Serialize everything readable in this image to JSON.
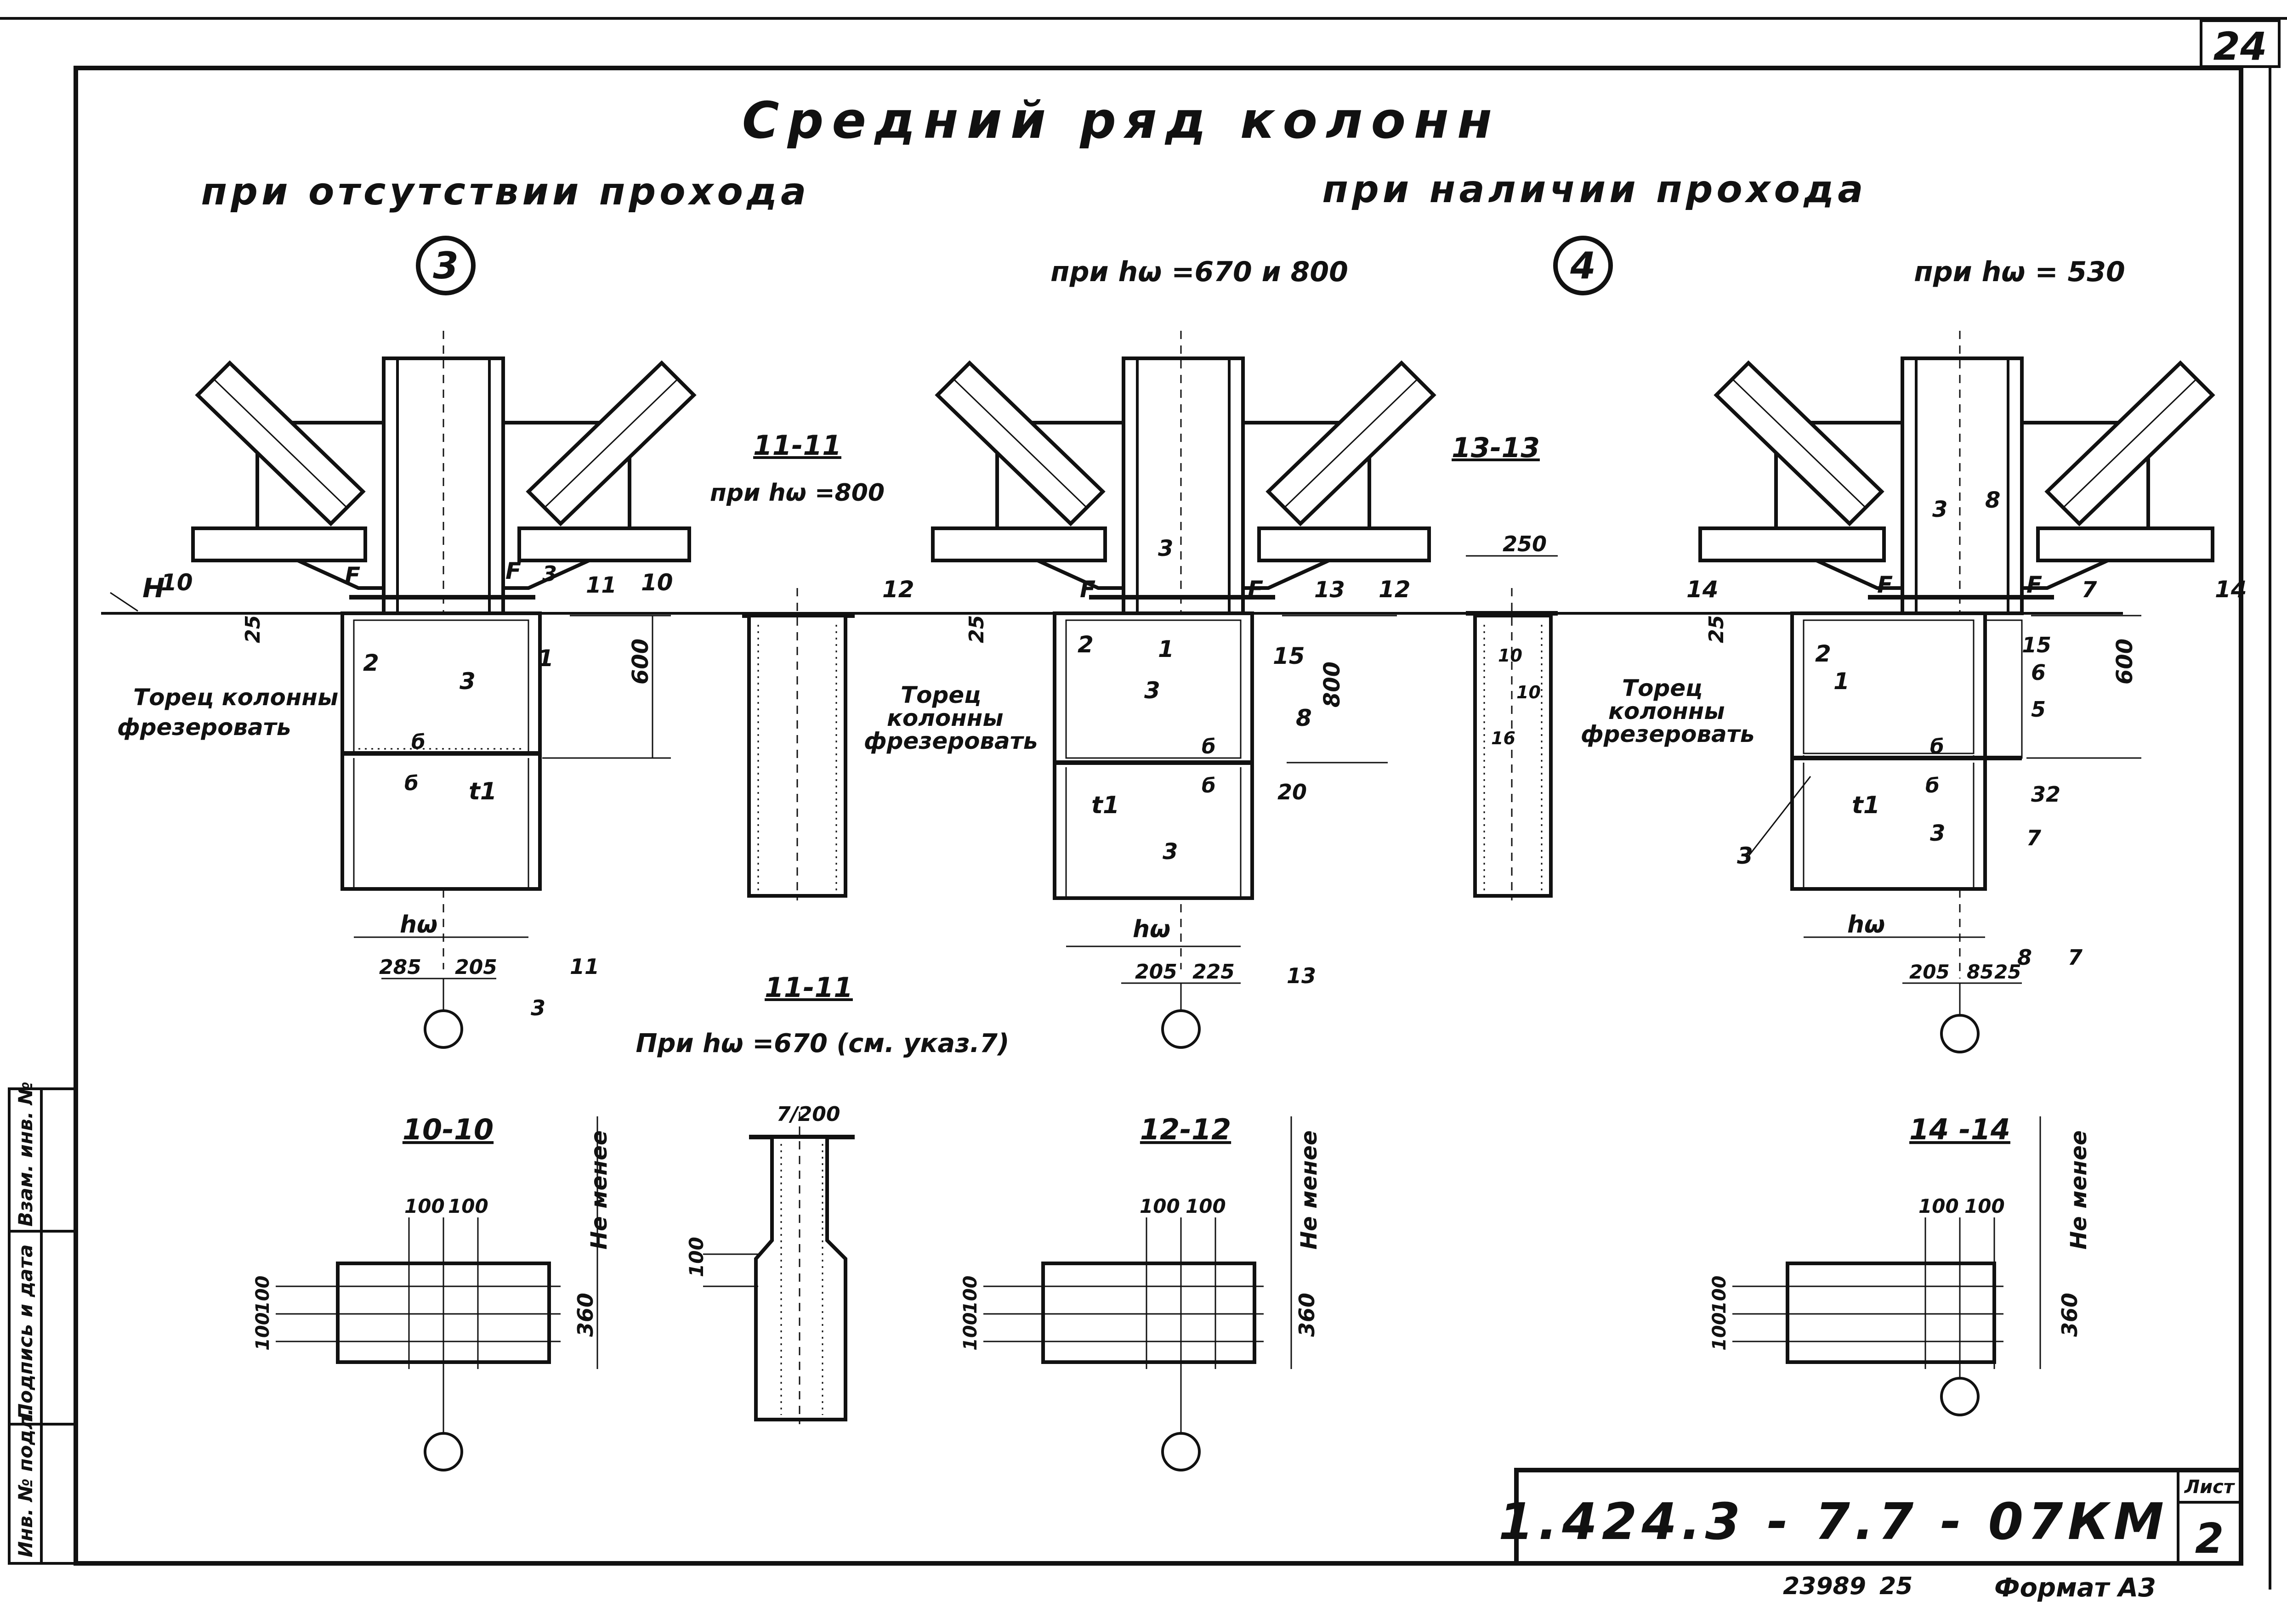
{
  "sheet": {
    "sheet_number_top": "24",
    "title": "Средний ряд колонн",
    "left_subtitle": "при отсутствии прохода",
    "right_subtitle": "при наличии прохода",
    "node3_marker": "3",
    "node4_marker": "4",
    "cond_670_800": "при hω =670 и 800",
    "cond_530": "при hω = 530"
  },
  "sections": {
    "s11_title": "11-11",
    "s11_cond": "при hω =800",
    "s11b_title": "11-11",
    "s11b_cond": "При hω =670 (см. указ.7)",
    "s13_title": "13-13",
    "s10_title": "10-10",
    "s12_title": "12-12",
    "s14_title": "14 -14",
    "not_less": "Не менее"
  },
  "notes": {
    "mill_1": "Торец колонны",
    "mill_2": "фрезеровать",
    "mill_1b": "Торец",
    "mill_2b": "колонны",
    "mill_3b": "фрезеровать"
  },
  "labels": {
    "H": "H",
    "F": "F",
    "hw": "hω",
    "t1": "t1",
    "b": "б",
    "n1": "1",
    "n2": "2",
    "n3": "3",
    "n5": "5",
    "n6": "6",
    "n7": "7",
    "n8": "8",
    "n10": "10",
    "n11": "11",
    "n12": "12",
    "n13": "13",
    "n14": "14",
    "n15": "15"
  },
  "dims": {
    "d25": "25",
    "d600": "600",
    "d800": "800",
    "d285": "285",
    "d205": "205",
    "d225": "225",
    "d20": "20",
    "d250": "250",
    "d32": "32",
    "d85": "85",
    "d100": "100",
    "d360": "360",
    "d7x200": "7/200",
    "d10": "10",
    "d16": "16"
  },
  "title_block": {
    "designation": "1.424.3 - 7.7 - 07КМ",
    "sheet_label": "Лист",
    "sheet_no": "2",
    "stamp_num": "23989",
    "stamp_25": "25",
    "format": "Формат А3"
  },
  "side_stamp": {
    "col1": "Инв. № подл.",
    "col2": "Подпись и дата",
    "col3": "Взам. инв. №"
  }
}
